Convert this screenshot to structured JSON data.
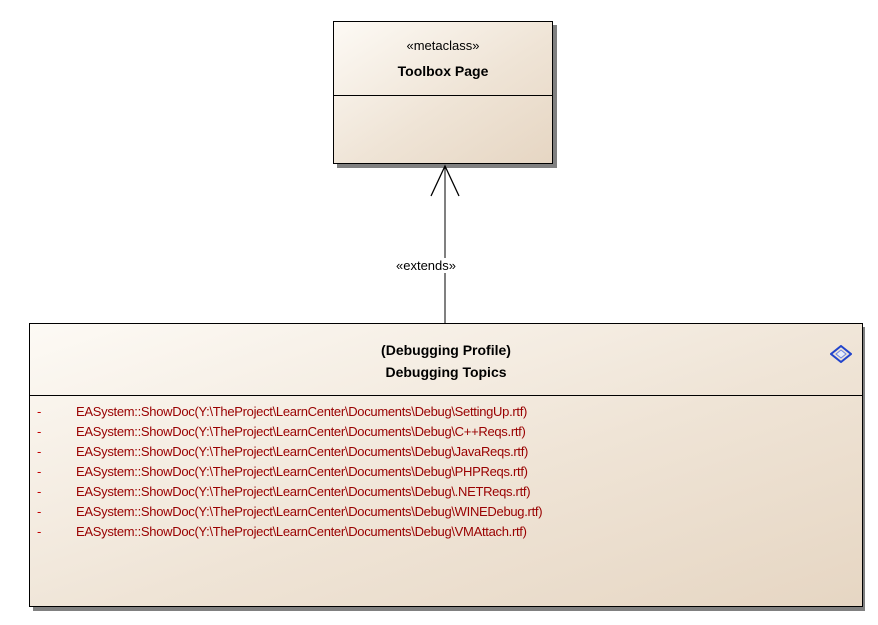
{
  "metaclass": {
    "stereotype": "«metaclass»",
    "name": "Toolbox Page"
  },
  "connector": {
    "stereotype": "«extends»"
  },
  "profile_class": {
    "profile": "(Debugging Profile)",
    "name": "Debugging Topics",
    "icon": "stereotype-diamond-icon",
    "operations": [
      {
        "visibility": "-",
        "text": "EASystem::ShowDoc(Y:\\TheProject\\LearnCenter\\Documents\\Debug\\SettingUp.rtf)"
      },
      {
        "visibility": "-",
        "text": "EASystem::ShowDoc(Y:\\TheProject\\LearnCenter\\Documents\\Debug\\C++Reqs.rtf)"
      },
      {
        "visibility": "-",
        "text": "EASystem::ShowDoc(Y:\\TheProject\\LearnCenter\\Documents\\Debug\\JavaReqs.rtf)"
      },
      {
        "visibility": "-",
        "text": "EASystem::ShowDoc(Y:\\TheProject\\LearnCenter\\Documents\\Debug\\PHPReqs.rtf)"
      },
      {
        "visibility": "-",
        "text": "EASystem::ShowDoc(Y:\\TheProject\\LearnCenter\\Documents\\Debug\\.NETReqs.rtf)"
      },
      {
        "visibility": "-",
        "text": "EASystem::ShowDoc(Y:\\TheProject\\LearnCenter\\Documents\\Debug\\WINEDebug.rtf)"
      },
      {
        "visibility": "-",
        "text": "EASystem::ShowDoc(Y:\\TheProject\\LearnCenter\\Documents\\Debug\\VMAttach.rtf)"
      }
    ]
  },
  "colors": {
    "operation_text": "#990000",
    "visibility_marker": "#c00000",
    "box_fill": "#efe4d6",
    "icon": "#2244cc"
  }
}
